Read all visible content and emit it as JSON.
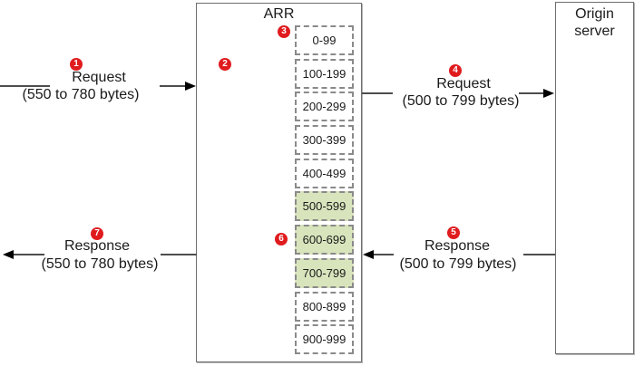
{
  "arr": {
    "label": "ARR"
  },
  "origin": {
    "line1": "Origin",
    "line2": "server"
  },
  "segments": [
    {
      "label": "0-99",
      "highlighted": false
    },
    {
      "label": "100-199",
      "highlighted": false
    },
    {
      "label": "200-299",
      "highlighted": false
    },
    {
      "label": "300-399",
      "highlighted": false
    },
    {
      "label": "400-499",
      "highlighted": false
    },
    {
      "label": "500-599",
      "highlighted": true
    },
    {
      "label": "600-699",
      "highlighted": true
    },
    {
      "label": "700-799",
      "highlighted": true
    },
    {
      "label": "800-899",
      "highlighted": false
    },
    {
      "label": "900-999",
      "highlighted": false
    }
  ],
  "arrows": {
    "client_request": {
      "badge": "1",
      "label": "Request",
      "sublabel": "(550 to 780 bytes)"
    },
    "origin_request": {
      "badge": "4",
      "label": "Request",
      "sublabel": "(500 to 799 bytes)"
    },
    "origin_response": {
      "badge": "5",
      "label": "Response",
      "sublabel": "(500 to 799 bytes)"
    },
    "client_response": {
      "badge": "7",
      "label": "Response",
      "sublabel": "(550 to 780 bytes)"
    }
  },
  "badges": {
    "arr_internal": "2",
    "segment_stack": "3",
    "cached_segments": "6"
  },
  "colors": {
    "highlight": "#d8e4bc",
    "badge": "#e01b1e",
    "line": "#4d4d4d",
    "border": "#6e6e6e",
    "dash": "#8a8a8a",
    "text": "#1a1a1a"
  }
}
